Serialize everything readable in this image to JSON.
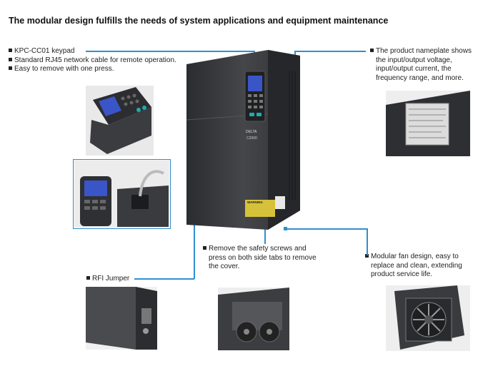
{
  "title": "The modular design fulfills the needs of system applications and equipment maintenance",
  "keypad": {
    "items": [
      "KPC-CC01 keypad",
      "Standard RJ45 network cable for remote operation.",
      "Easy to remove with one press."
    ]
  },
  "nameplate": {
    "lines": [
      "The product nameplate shows",
      "the input/output voltage,",
      "input/output current, the",
      "frequency range, and more."
    ]
  },
  "cover": {
    "lines": [
      "Remove the safety screws and",
      "press on both side tabs to remove",
      "the cover."
    ]
  },
  "fan": {
    "lines": [
      "Modular fan design, easy to",
      "replace and clean, extending",
      "product service life."
    ]
  },
  "rfi": {
    "label": "RFI Jumper"
  },
  "drive": {
    "brand": "DELTA",
    "model": "C2000",
    "warning_label": "WARNING"
  },
  "colors": {
    "leader": "#2f8fd0",
    "drive_body": "#3a3b3e",
    "keypad_screen": "#3a55c8"
  }
}
